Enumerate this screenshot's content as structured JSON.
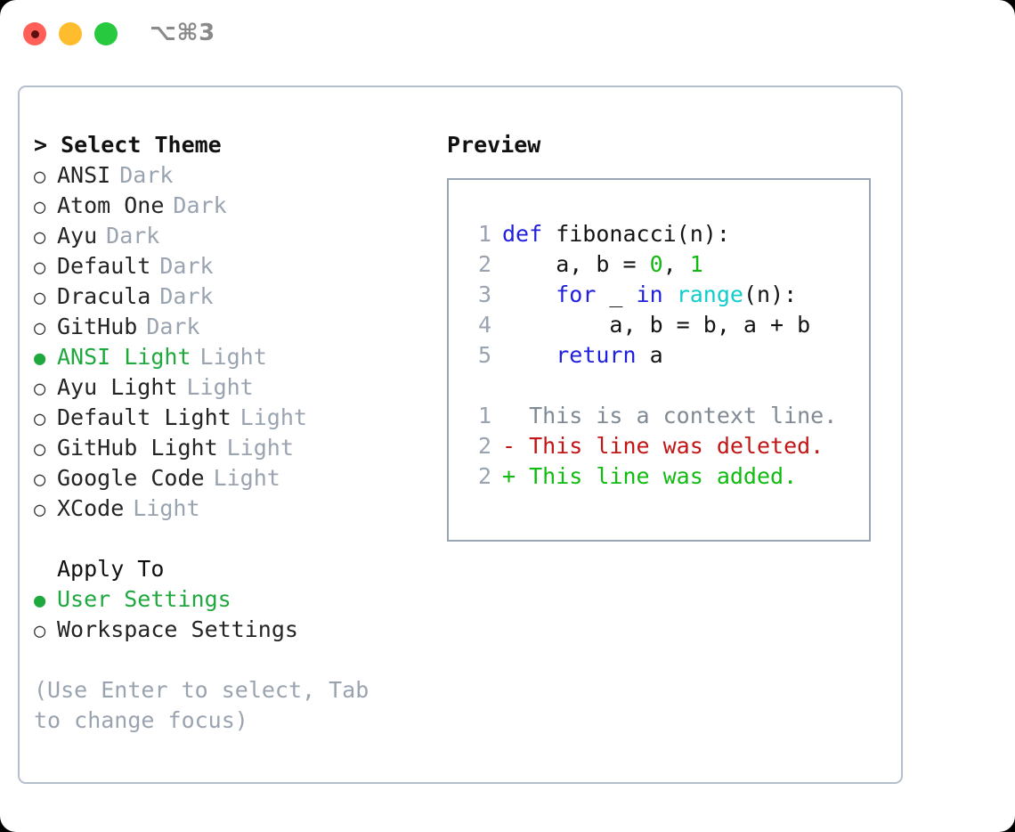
{
  "titlebar": {
    "shortcut": "⌥⌘3",
    "buttons": [
      {
        "name": "close",
        "color": "#ff5f56"
      },
      {
        "name": "minimize",
        "color": "#ffbd2e"
      },
      {
        "name": "maximize",
        "color": "#27c93f"
      }
    ]
  },
  "theme_panel": {
    "header": "> Select Theme",
    "items": [
      {
        "label": "ANSI",
        "variant": "Dark",
        "selected": false,
        "bullet": "○"
      },
      {
        "label": "Atom One",
        "variant": "Dark",
        "selected": false,
        "bullet": "○"
      },
      {
        "label": "Ayu",
        "variant": "Dark",
        "selected": false,
        "bullet": "○"
      },
      {
        "label": "Default",
        "variant": "Dark",
        "selected": false,
        "bullet": "○"
      },
      {
        "label": "Dracula",
        "variant": "Dark",
        "selected": false,
        "bullet": "○"
      },
      {
        "label": "GitHub",
        "variant": "Dark",
        "selected": false,
        "bullet": "○"
      },
      {
        "label": "ANSI Light",
        "variant": "Light",
        "selected": true,
        "bullet": "●"
      },
      {
        "label": "Ayu Light",
        "variant": "Light",
        "selected": false,
        "bullet": "○"
      },
      {
        "label": "Default Light",
        "variant": "Light",
        "selected": false,
        "bullet": "○"
      },
      {
        "label": "GitHub Light",
        "variant": "Light",
        "selected": false,
        "bullet": "○"
      },
      {
        "label": "Google Code",
        "variant": "Light",
        "selected": false,
        "bullet": "○"
      },
      {
        "label": "XCode",
        "variant": "Light",
        "selected": false,
        "bullet": "○"
      }
    ]
  },
  "apply_to": {
    "title": "Apply To",
    "items": [
      {
        "label": "User Settings",
        "selected": true,
        "bullet": "●"
      },
      {
        "label": "Workspace Settings",
        "selected": false,
        "bullet": "○"
      }
    ]
  },
  "hint": "(Use Enter to select, Tab to change focus)",
  "preview": {
    "title": "Preview",
    "code_lines": [
      {
        "no": "1",
        "tokens": [
          {
            "t": "def",
            "c": "kw"
          },
          {
            "t": " fibonacci(n):",
            "c": "plain"
          }
        ]
      },
      {
        "no": "2",
        "tokens": [
          {
            "t": "    a, b = ",
            "c": "plain"
          },
          {
            "t": "0",
            "c": "num"
          },
          {
            "t": ", ",
            "c": "plain"
          },
          {
            "t": "1",
            "c": "num"
          }
        ]
      },
      {
        "no": "3",
        "tokens": [
          {
            "t": "    ",
            "c": "plain"
          },
          {
            "t": "for",
            "c": "kw"
          },
          {
            "t": " _ ",
            "c": "plain"
          },
          {
            "t": "in",
            "c": "kw"
          },
          {
            "t": " ",
            "c": "plain"
          },
          {
            "t": "range",
            "c": "fn"
          },
          {
            "t": "(n):",
            "c": "plain"
          }
        ]
      },
      {
        "no": "4",
        "tokens": [
          {
            "t": "        a, b = b, a + b",
            "c": "plain"
          }
        ]
      },
      {
        "no": "5",
        "tokens": [
          {
            "t": "    ",
            "c": "plain"
          },
          {
            "t": "return",
            "c": "kw"
          },
          {
            "t": " a",
            "c": "plain"
          }
        ]
      }
    ],
    "diff_lines": [
      {
        "no": "1",
        "marker": " ",
        "text": " This is a context line.",
        "kind": "ctx"
      },
      {
        "no": "2",
        "marker": "-",
        "text": " This line was deleted.",
        "kind": "del"
      },
      {
        "no": "2",
        "marker": "+",
        "text": " This line was added.",
        "kind": "add"
      }
    ]
  },
  "colors": {
    "accent_green": "#1fa83e",
    "muted": "#9aa3b0",
    "keyword_blue": "#1f1fdd",
    "function_cyan": "#11cccc",
    "number_green": "#14b814",
    "diff_deleted": "#c21616",
    "diff_added": "#11bb11",
    "border": "#b5bfcc"
  }
}
